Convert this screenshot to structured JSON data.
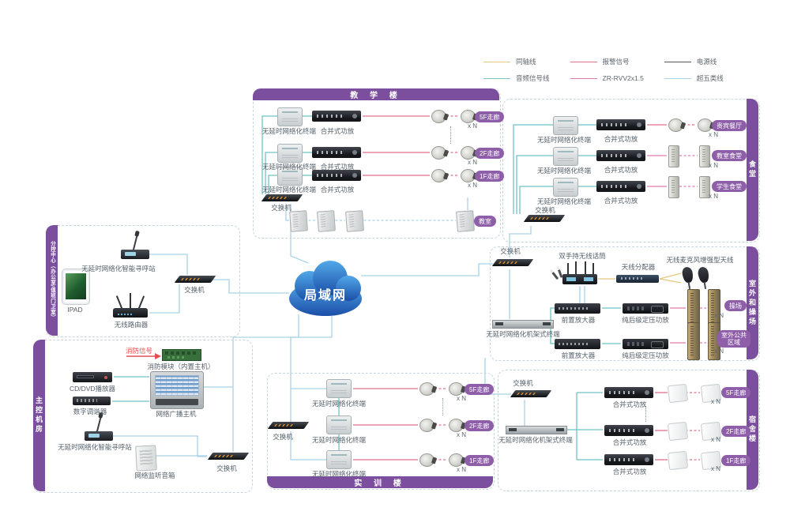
{
  "legend": {
    "items": [
      {
        "label": "同轴线",
        "color": "#E6C87D"
      },
      {
        "label": "音频信号线",
        "color": "#79C5C7"
      },
      {
        "label": "报警信号",
        "color": "#E2718D"
      },
      {
        "label": "ZR-RVV2x1.5",
        "color": "#DF7BB3"
      },
      {
        "label": "电源线",
        "color": "#54585E"
      },
      {
        "label": "超五类线",
        "color": "#A7D3E5"
      }
    ]
  },
  "cloud": {
    "label": "局域网"
  },
  "common": {
    "xn": "x N"
  },
  "sections": {
    "teaching": {
      "title": "教 学 楼",
      "switch_label": "交换机",
      "classroom_badge": "教室",
      "rows": [
        {
          "terminal": "无延时网络化终端",
          "amp": "合并式功放",
          "badge": "5F走廊"
        },
        {
          "terminal": "无延时网络化终端",
          "amp": "合并式功放",
          "badge": "2F走廊"
        },
        {
          "terminal": "无延时网络化终端",
          "amp": "合并式功放",
          "badge": "1F走廊"
        }
      ]
    },
    "canteen": {
      "title": "食堂",
      "switch_label": "交换机",
      "rows": [
        {
          "terminal": "无延时网络化终端",
          "amp": "合并式功放",
          "badge": "贵宾餐厅"
        },
        {
          "terminal": "无延时网络化终端",
          "amp": "合并式功放",
          "badge": "教室食堂"
        },
        {
          "terminal": "无延时网络化终端",
          "amp": "合并式功放",
          "badge": "学生食堂"
        }
      ]
    },
    "outdoor": {
      "title": "室外和操场",
      "switch_label": "交换机",
      "wireless_mic": "双手持无线话筒",
      "antenna_splitter": "天线分配器",
      "booster_antenna": "无线麦克风增强型天线",
      "rack_terminal": "无延时网络化机架式终端",
      "rows": [
        {
          "preamp": "前置放大器",
          "poweramp": "纯后级定压功放",
          "badge": "操场"
        },
        {
          "preamp": "前置放大器",
          "poweramp": "纯后级定压功放",
          "badge": "室外公共区域"
        }
      ]
    },
    "subcontrol": {
      "title": "分控中心（办公室/值班门卫室）",
      "paging": "无延时网络化智能寻呼站",
      "ipad": "IPAD",
      "router": "无线路由器",
      "switch_label": "交换机"
    },
    "mainroom": {
      "title": "主控机房",
      "fire_signal": "消防信号",
      "fire_module": "消防模块（内置主机）",
      "cd_player": "CD/DVD播放器",
      "tuner": "数字调谐器",
      "host": "网络广播主机",
      "paging": "无延时网络化智能寻呼站",
      "monitor": "网络监听音箱",
      "switch_label": "交换机"
    },
    "training": {
      "title": "实 训 楼",
      "switch_label": "交换机",
      "rows": [
        {
          "terminal": "无延时网络化终端",
          "badge": "5F走廊"
        },
        {
          "terminal": "无延时网络化终端",
          "badge": "2F走廊"
        },
        {
          "terminal": "无延时网络化终端",
          "badge": "1F走廊"
        }
      ]
    },
    "dorm": {
      "title": "宿舍楼",
      "switch_label": "交换机",
      "rack_terminal": "无延时网络化机架式终端",
      "rows": [
        {
          "amp": "合并式功放",
          "badge": "5F走廊"
        },
        {
          "amp": "合并式功放",
          "badge": "2F走廊"
        },
        {
          "amp": "合并式功放",
          "badge": "1F走廊"
        }
      ]
    }
  }
}
